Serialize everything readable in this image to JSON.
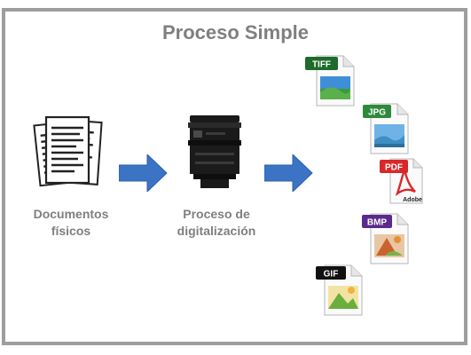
{
  "title": "Proceso Simple",
  "documents": {
    "line1": "Documentos",
    "line2": "físicos"
  },
  "process": {
    "line1": "Proceso de",
    "line2": "digitalización"
  },
  "files": [
    {
      "label": "TIFF",
      "color": "#1e6b2b"
    },
    {
      "label": "JPG",
      "color": "#2e8a3a"
    },
    {
      "label": "PDF",
      "color": "#d8282a",
      "sublabel": "Adobe"
    },
    {
      "label": "BMP",
      "color": "#5b2a8c"
    },
    {
      "label": "GIF",
      "color": "#111111"
    }
  ],
  "colors": {
    "arrow": "#3b74c5",
    "frame": "#9e9e9e",
    "text": "#7f7f7f"
  }
}
